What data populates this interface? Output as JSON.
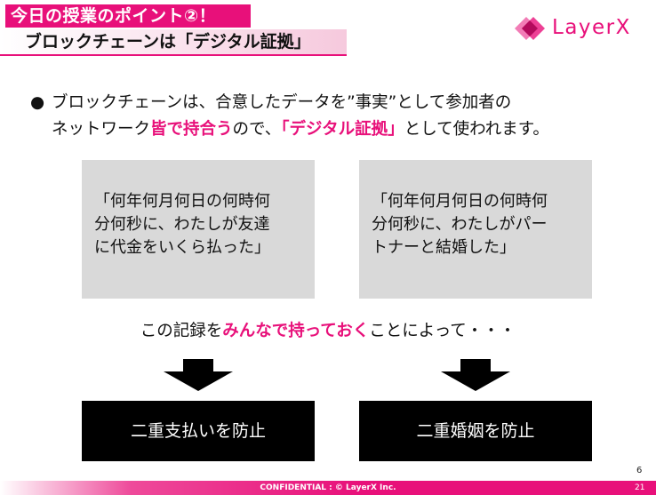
{
  "header": {
    "title": "今日の授業のポイント②！",
    "subtitle": "ブロックチェーンは「デジタル証拠」",
    "logo_text": "LayerX"
  },
  "bullet": {
    "line1": "ブロックチェーンは、合意したデータを”事実”として参加者の",
    "line2_a": "ネットワーク",
    "line2_hl1": "皆で持合う",
    "line2_b": "ので、",
    "line2_hl2": "「デジタル証拠」",
    "line2_c": "として使われます。"
  },
  "examples": {
    "left": [
      "「何年何月何日の何時何",
      "分何秒に、わたしが友達",
      "に代金をいくら払った」"
    ],
    "right": [
      "「何年何月何日の何時何",
      "分何秒に、わたしがパー",
      "トナーと結婚した」"
    ]
  },
  "middle": {
    "a": "この記録を",
    "hl": "みんなで持っておく",
    "b": "ことによって・・・"
  },
  "results": {
    "left": "二重支払いを防止",
    "right": "二重婚姻を防止"
  },
  "page_number": "6",
  "footer": {
    "text": "CONFIDENTIAL : © LayerX Inc.",
    "number": "21"
  },
  "colors": {
    "accent": "#e8107a",
    "box_gray": "#d9d9d9",
    "box_black": "#000000"
  }
}
